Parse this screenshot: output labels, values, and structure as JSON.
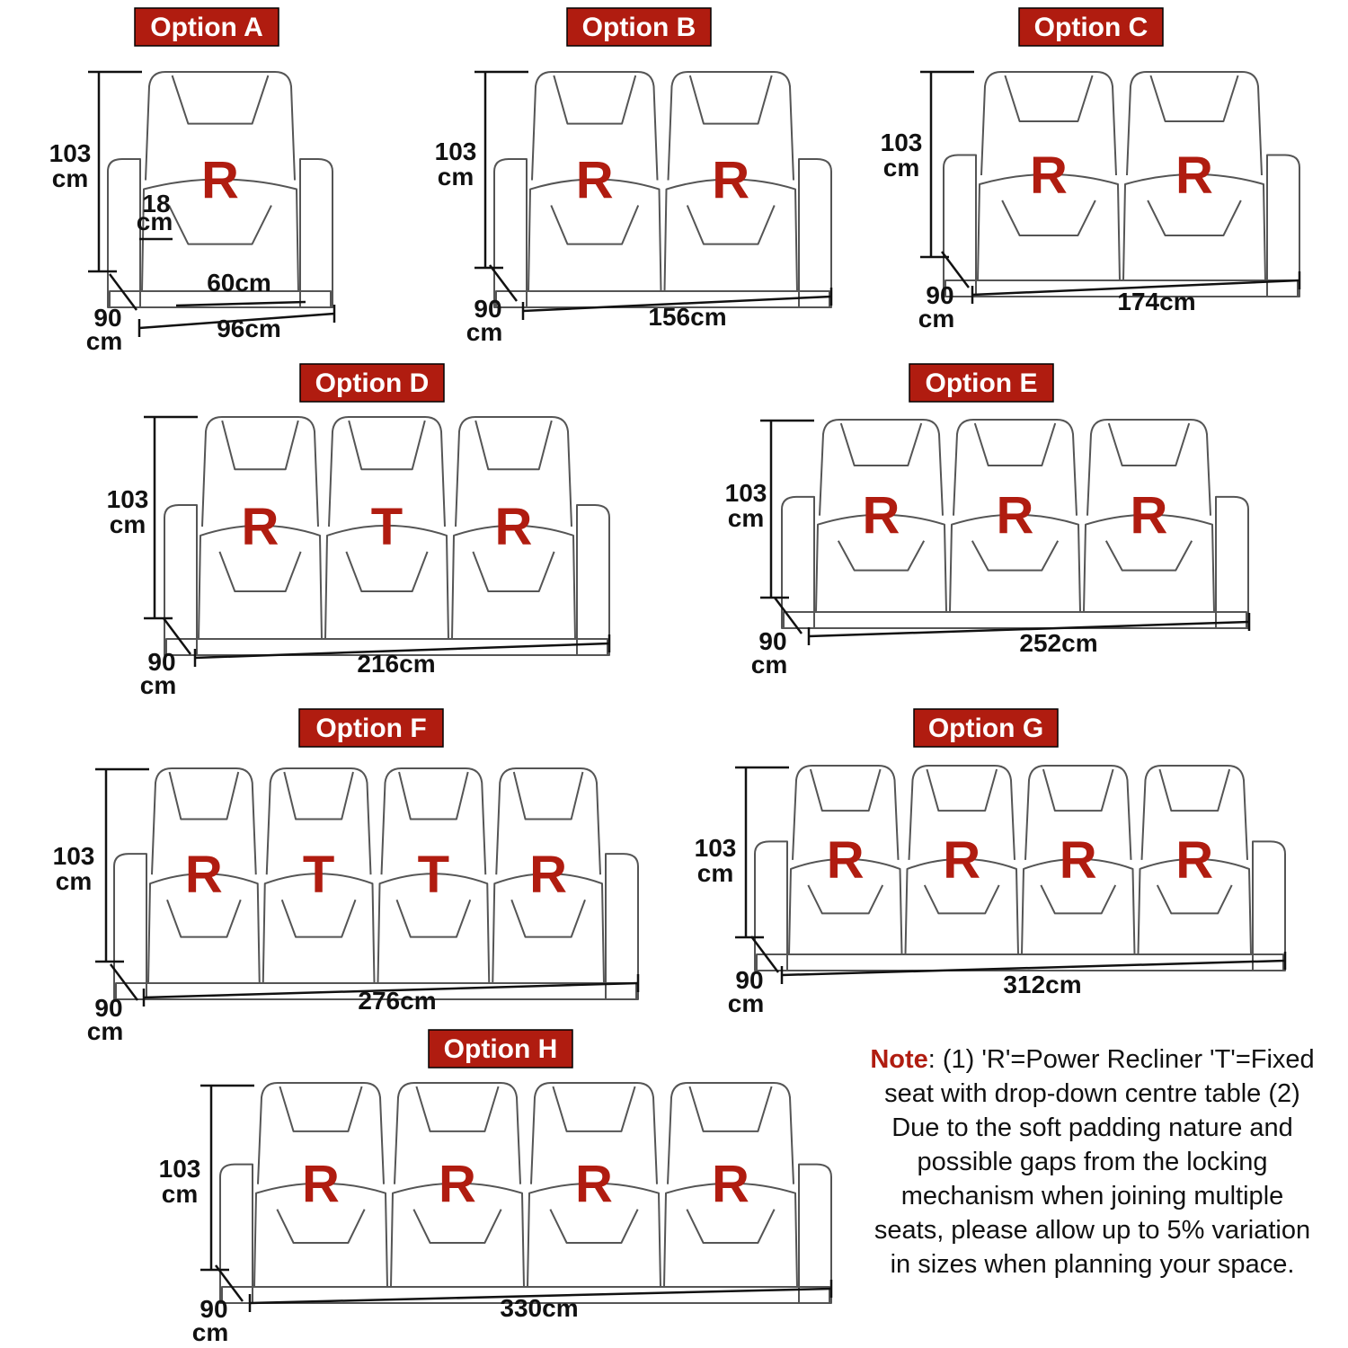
{
  "colors": {
    "accent": "#b01c10",
    "outline": "#555555",
    "dimension_line": "#111111",
    "text": "#111111"
  },
  "common": {
    "height_value": "103",
    "depth_value": "90",
    "unit": "cm"
  },
  "options": [
    {
      "label": "Option A",
      "width": "96cm",
      "seat_width": "60cm",
      "arm_width_value": "18",
      "seats": [
        "R"
      ]
    },
    {
      "label": "Option B",
      "width": "156cm",
      "seats": [
        "R",
        "R"
      ]
    },
    {
      "label": "Option C",
      "width": "174cm",
      "seats": [
        "R",
        "R"
      ]
    },
    {
      "label": "Option D",
      "width": "216cm",
      "seats": [
        "R",
        "T",
        "R"
      ]
    },
    {
      "label": "Option E",
      "width": "252cm",
      "seats": [
        "R",
        "R",
        "R"
      ]
    },
    {
      "label": "Option F",
      "width": "276cm",
      "seats": [
        "R",
        "T",
        "T",
        "R"
      ]
    },
    {
      "label": "Option G",
      "width": "312cm",
      "seats": [
        "R",
        "R",
        "R",
        "R"
      ]
    },
    {
      "label": "Option H",
      "width": "330cm",
      "seats": [
        "R",
        "R",
        "R",
        "R"
      ]
    }
  ],
  "note": {
    "heading": "Note",
    "body": ": (1) 'R'=Power Recliner 'T'=Fixed seat with drop-down centre table (2) Due to the soft padding nature and possible gaps from the locking mechanism when joining multiple seats, please allow up to 5% variation in sizes when planning your space."
  }
}
